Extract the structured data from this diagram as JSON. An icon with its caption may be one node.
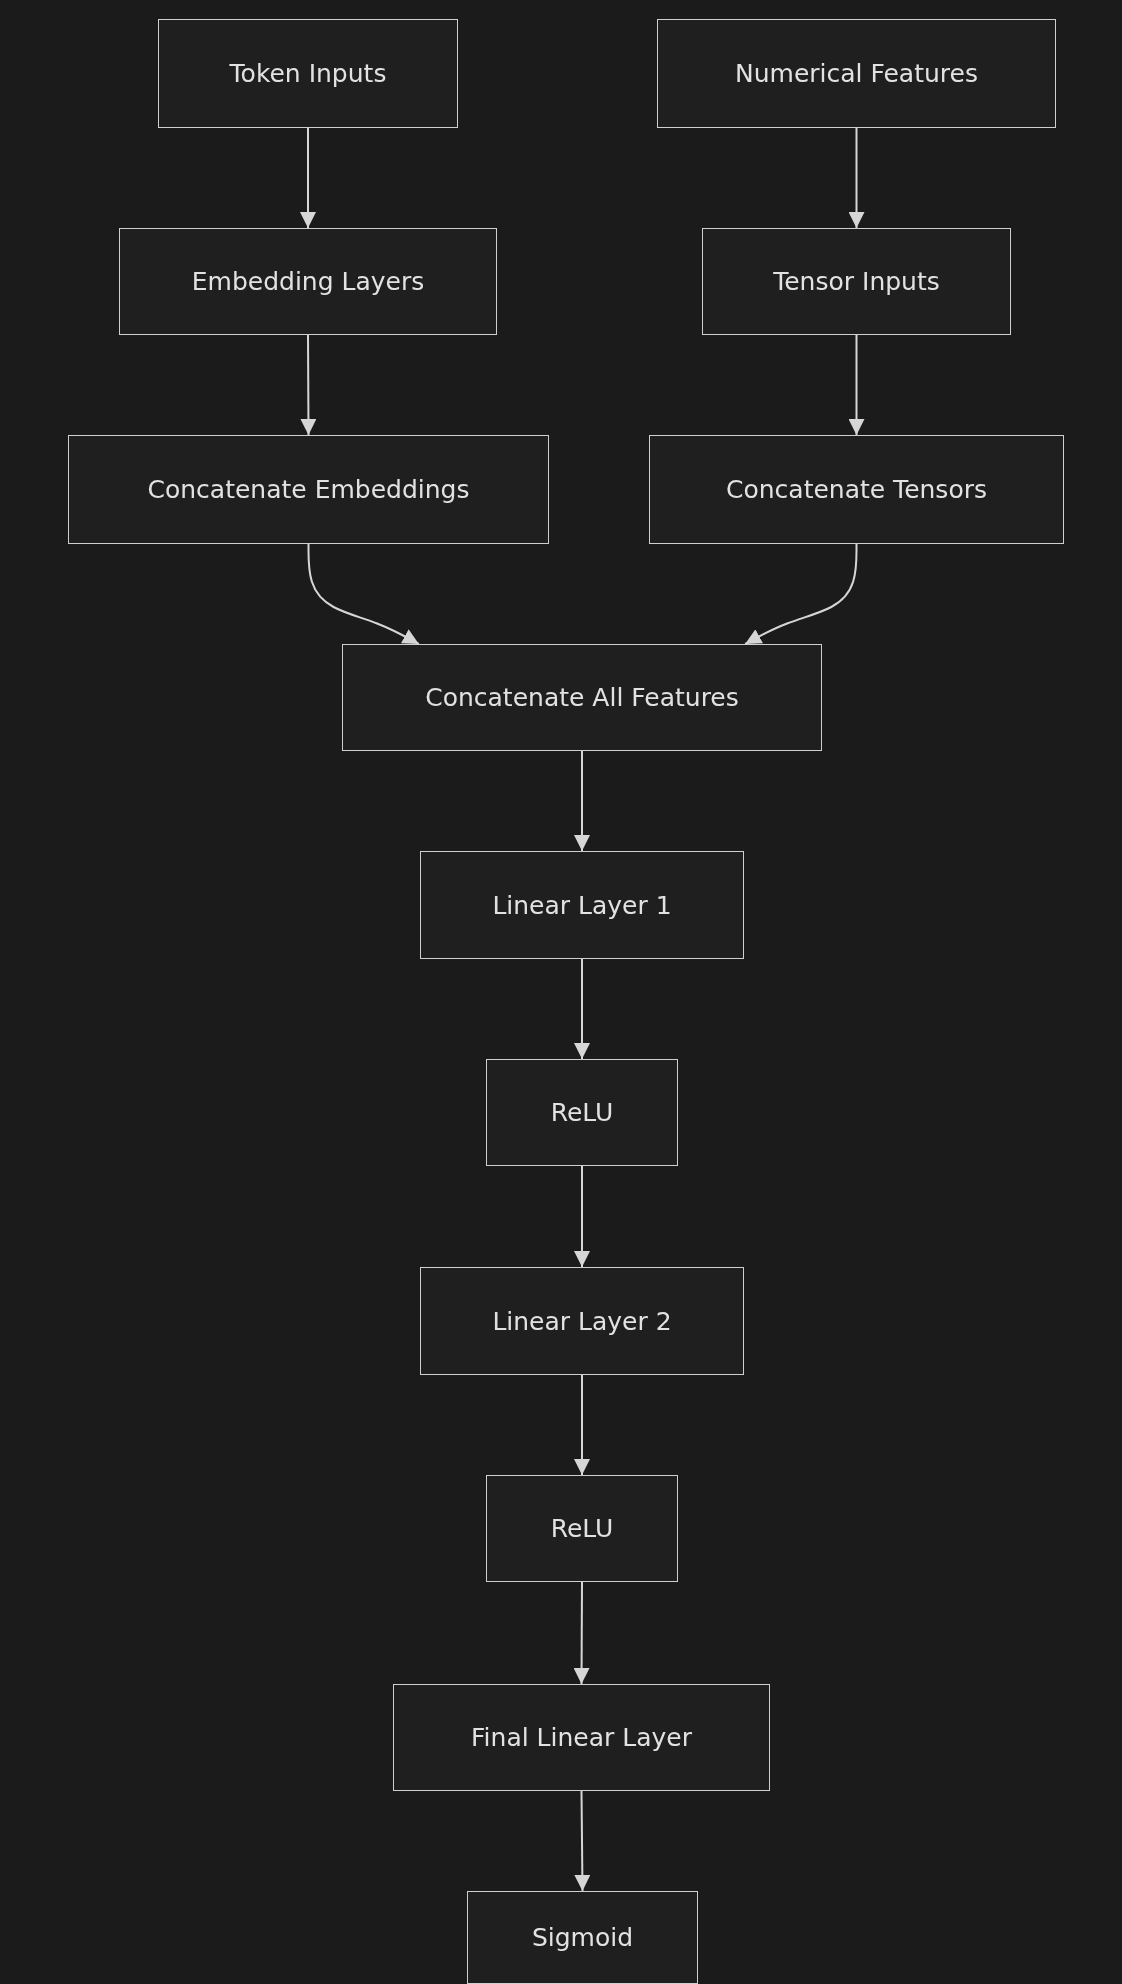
{
  "diagram": {
    "nodes": [
      {
        "text": [
          "Token Inputs"
        ]
      },
      {
        "text": [
          "Numerical Features"
        ]
      },
      {
        "text": [
          "Embedding Layers"
        ]
      },
      {
        "text": [
          "Tensor Inputs"
        ]
      },
      {
        "text": [
          "Concatenate Embeddings"
        ]
      },
      {
        "text": [
          "Concatenate Tensors"
        ]
      },
      {
        "text": [
          "Concatenate All Features"
        ]
      },
      {
        "text": [
          "Linear Layer 1"
        ]
      },
      {
        "text": [
          "ReLU"
        ]
      },
      {
        "text": [
          "Linear Layer 2"
        ]
      },
      {
        "text": [
          "ReLU"
        ]
      },
      {
        "text": [
          "Final Linear Layer"
        ]
      },
      {
        "text": [
          "Sigmoid"
        ]
      }
    ],
    "edges": [
      {
        "from": 0,
        "to": 2,
        "arrow": "to"
      },
      {
        "from": 1,
        "to": 3,
        "arrow": "to"
      },
      {
        "from": 2,
        "to": 4,
        "arrow": "to"
      },
      {
        "from": 3,
        "to": 5,
        "arrow": "to"
      },
      {
        "from": 4,
        "to": 6,
        "arrow": "to"
      },
      {
        "from": 5,
        "to": 6,
        "arrow": "to"
      },
      {
        "from": 6,
        "to": 7,
        "arrow": "to"
      },
      {
        "from": 7,
        "to": 8,
        "arrow": "to"
      },
      {
        "from": 8,
        "to": 9,
        "arrow": "to"
      },
      {
        "from": 9,
        "to": 10,
        "arrow": "to"
      },
      {
        "from": 10,
        "to": 11,
        "arrow": "to"
      },
      {
        "from": 11,
        "to": 12,
        "arrow": "to"
      }
    ]
  }
}
